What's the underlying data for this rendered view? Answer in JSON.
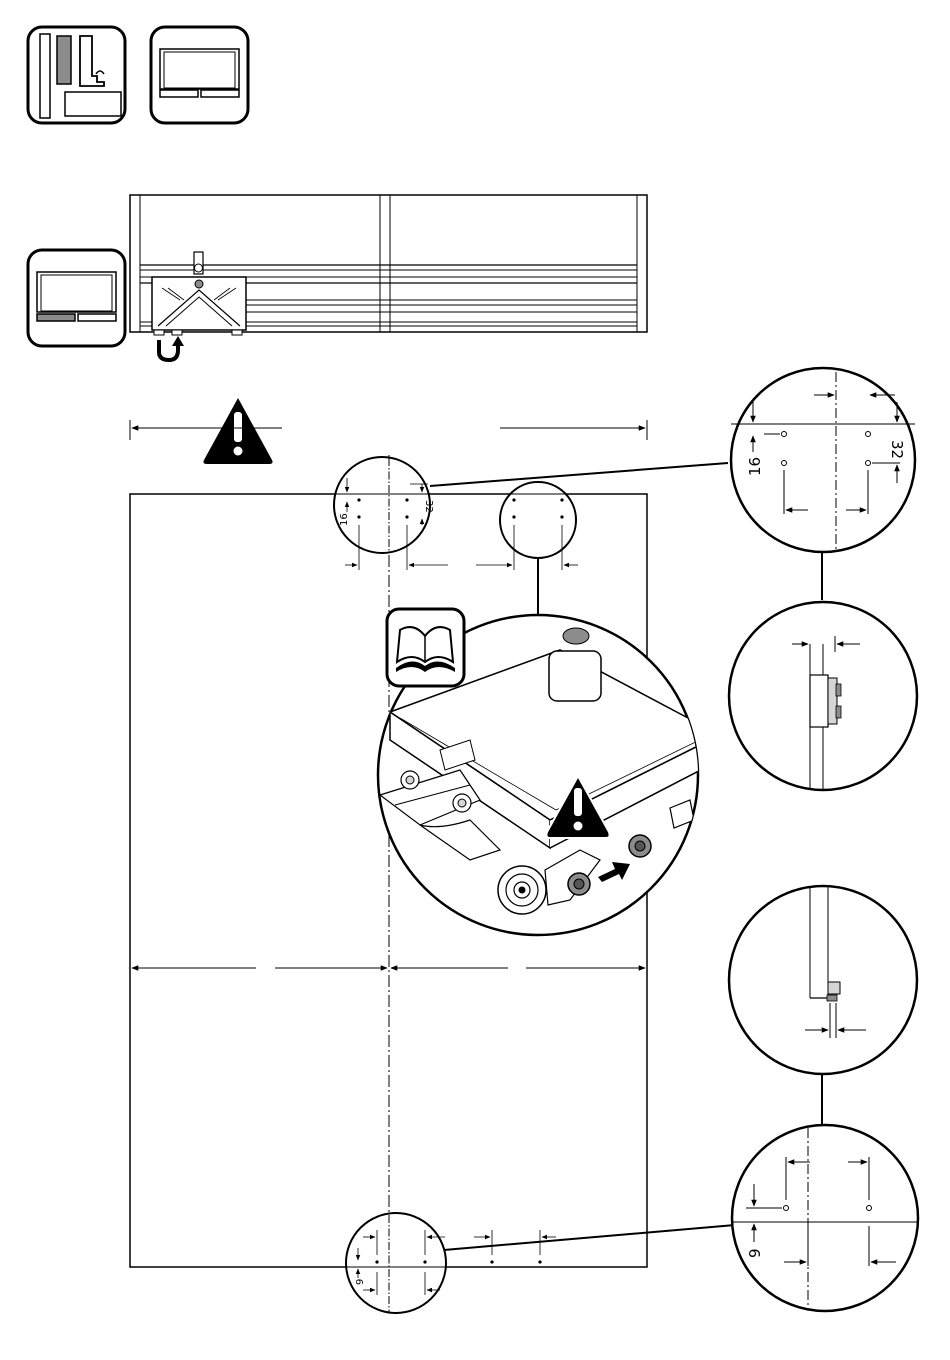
{
  "page": {
    "title": ""
  },
  "icons": {
    "profile_icon": "profile-section-icon",
    "cabinet_icon": "cabinet-top-view-icon",
    "cabinet_left_panel_icon": "cabinet-left-panel-highlight-icon",
    "warning_icon": "warning-triangle-icon",
    "manual_icon": "open-book-icon"
  },
  "dimensions": {
    "top_zoom_offset_small": "16",
    "top_zoom_offset_large": "32",
    "big_zoom_offset_small": "16",
    "big_zoom_offset_large": "32",
    "bottom_zoom_offset": "9",
    "big_bottom_zoom_offset": "9"
  },
  "colors": {
    "line": "#000000",
    "fill_gray": "#8c8c8c",
    "fill_light": "#d6d6d6",
    "background": "#ffffff"
  }
}
